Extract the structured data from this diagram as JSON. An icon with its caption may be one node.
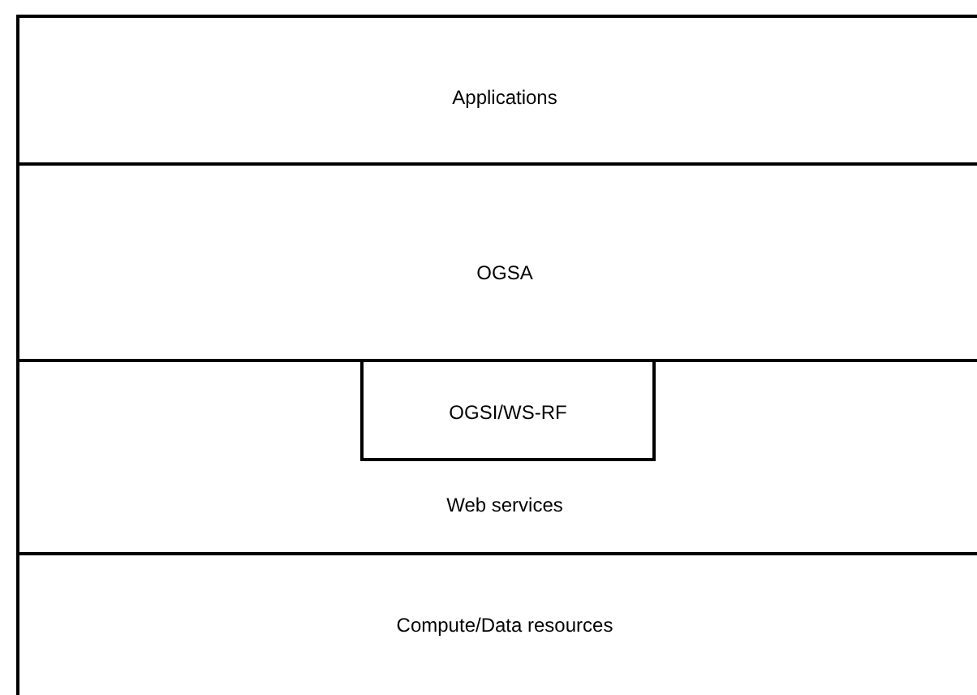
{
  "diagram": {
    "nodes": [
      {
        "text": [
          "Applications"
        ]
      },
      {
        "text": [
          "OGSA"
        ]
      },
      {
        "text": [
          "Web services"
        ]
      },
      {
        "text": [
          "OGSI/WS-RF"
        ],
        "in": 2
      },
      {
        "text": [
          "Compute/Data resources"
        ]
      }
    ]
  }
}
